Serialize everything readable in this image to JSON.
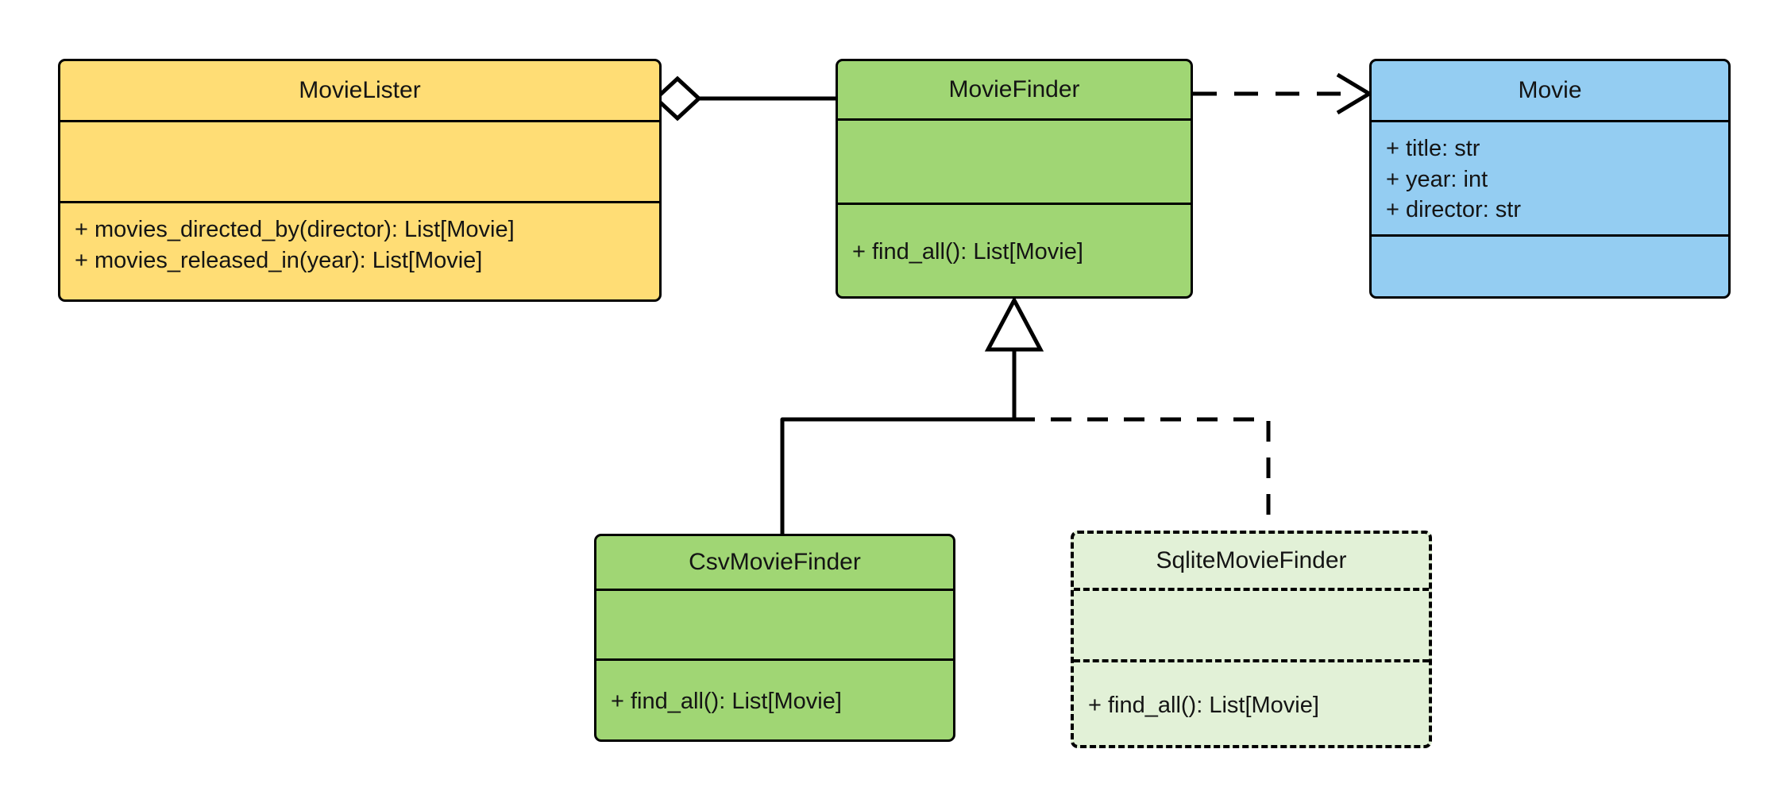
{
  "diagram": {
    "title": "MovieLister dependency-injection UML class diagram",
    "type": "uml-class-diagram",
    "background": "#ffffff",
    "stroke": "#000000"
  },
  "palette": {
    "yellow_fill": "#ffdd75",
    "green_fill": "#a0d674",
    "blue_fill": "#94cdf2",
    "pale_green_fill": "#e2f1d7",
    "line": "#000000",
    "text": "#141414",
    "hollow": "#ffffff"
  },
  "classes": [
    {
      "id": "movie-lister",
      "name": "MovieLister",
      "fill": "#ffdd75",
      "style": "solid",
      "attributes": [],
      "methods": [
        "+ movies_directed_by(director): List[Movie]",
        "+ movies_released_in(year): List[Movie]"
      ]
    },
    {
      "id": "movie-finder",
      "name": "MovieFinder",
      "fill": "#a0d674",
      "style": "solid",
      "attributes": [],
      "methods": [
        "+ find_all(): List[Movie]"
      ]
    },
    {
      "id": "movie",
      "name": "Movie",
      "fill": "#94cdf2",
      "style": "solid",
      "attributes": [
        "+ title: str",
        "+ year: int",
        "+ director: str"
      ],
      "methods": []
    },
    {
      "id": "csv-movie-finder",
      "name": "CsvMovieFinder",
      "fill": "#a0d674",
      "style": "solid",
      "attributes": [],
      "methods": [
        "+ find_all(): List[Movie]"
      ]
    },
    {
      "id": "sqlite-movie-finder",
      "name": "SqliteMovieFinder",
      "fill": "#e2f1d7",
      "style": "dashed",
      "attributes": [],
      "methods": [
        "+ find_all(): List[Movie]"
      ]
    }
  ],
  "relationships": [
    {
      "id": "lister-finder-aggregation",
      "kind": "aggregation",
      "from": "MovieLister",
      "to": "MovieFinder",
      "line": "solid",
      "end_marker": "hollow-diamond"
    },
    {
      "id": "finder-movie-dependency",
      "kind": "dependency",
      "from": "MovieFinder",
      "to": "Movie",
      "line": "dashed",
      "end_marker": "open-arrow"
    },
    {
      "id": "csv-finder-generalization",
      "kind": "generalization",
      "from": "CsvMovieFinder",
      "to": "MovieFinder",
      "line": "solid",
      "end_marker": "hollow-triangle"
    },
    {
      "id": "sqlite-finder-generalization",
      "kind": "generalization",
      "from": "SqliteMovieFinder",
      "to": "MovieFinder",
      "line": "dashed",
      "end_marker": "hollow-triangle"
    }
  ]
}
